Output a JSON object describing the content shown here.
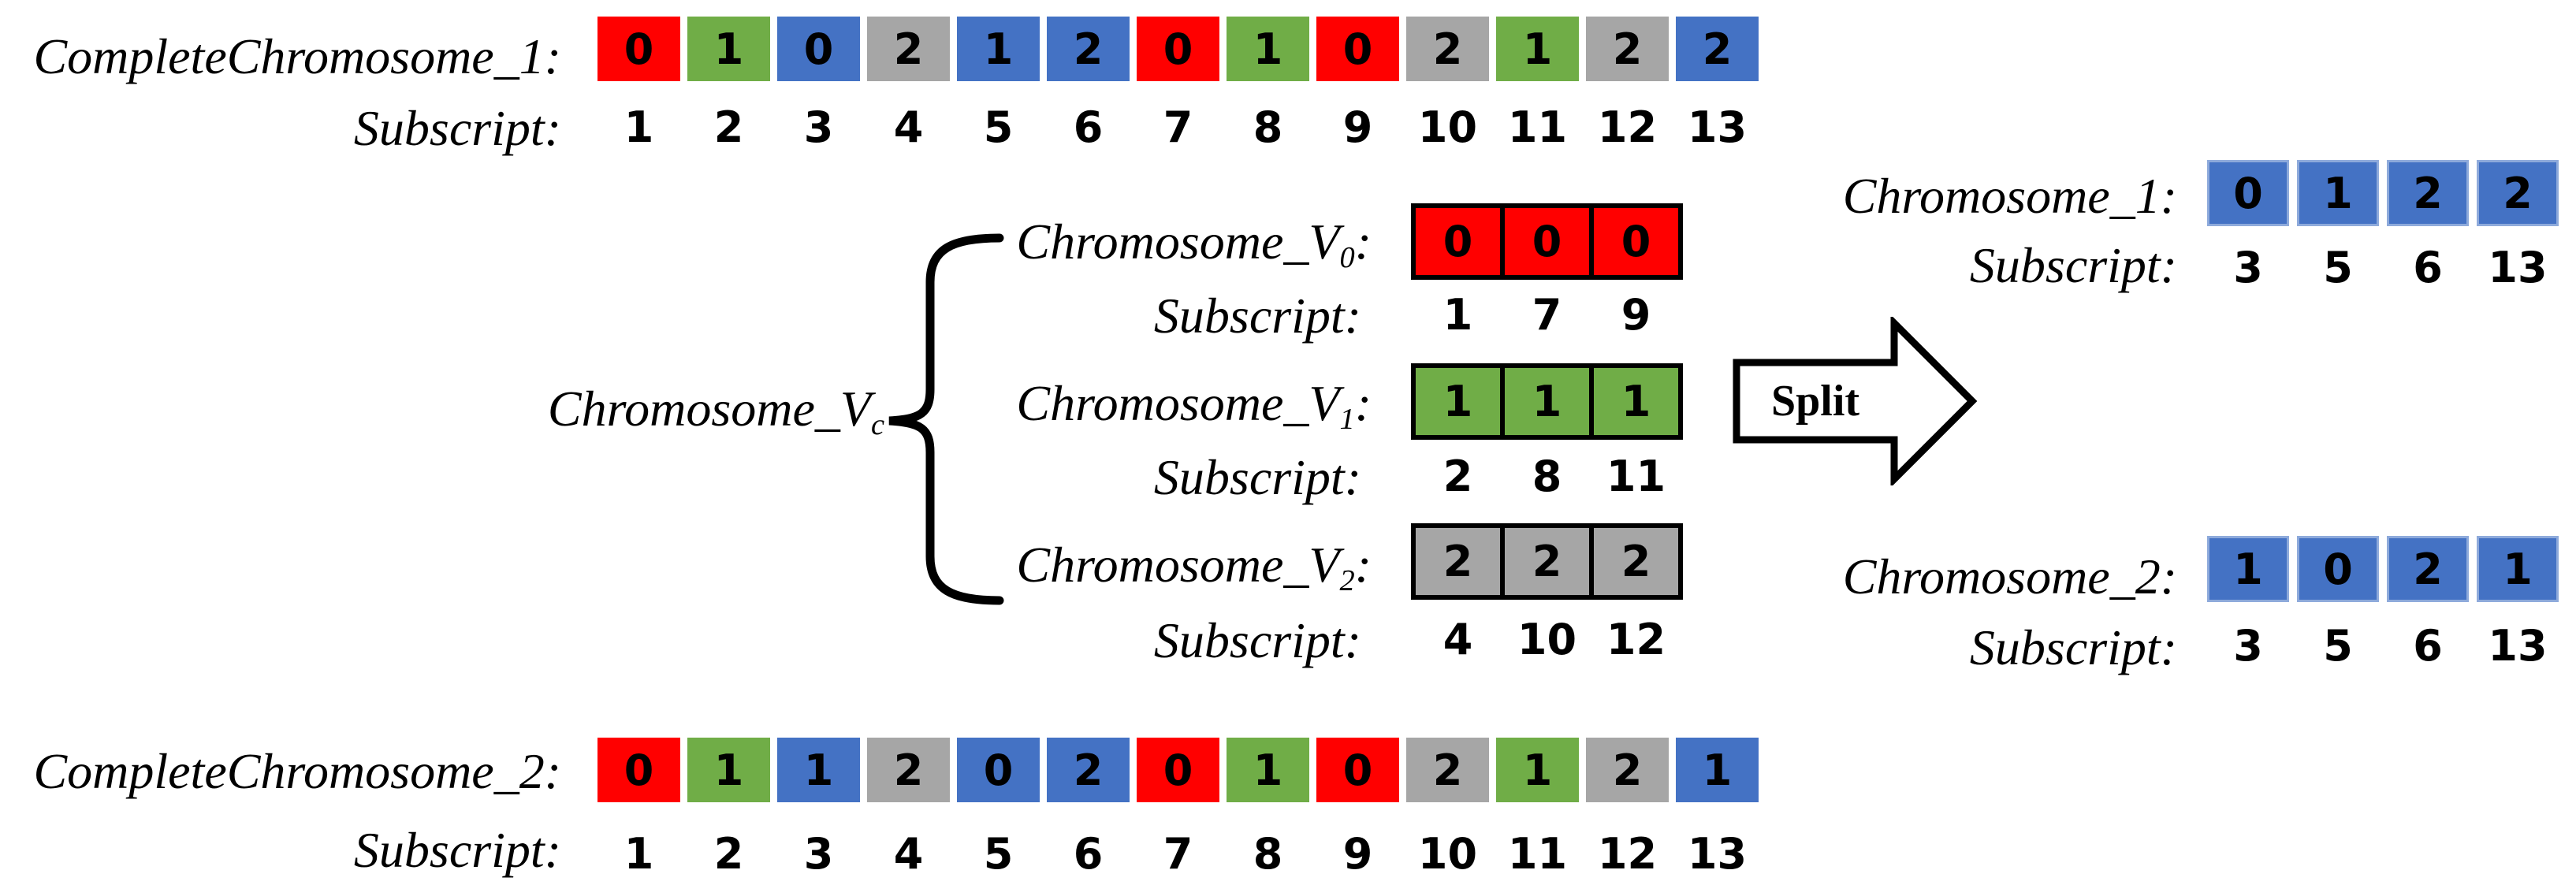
{
  "colors": {
    "red": "#FF0000",
    "green": "#70AD47",
    "blue": "#4472C4",
    "gray": "#A6A6A6",
    "blue_cell_border": "#8EAADB",
    "outline_black": "#000000"
  },
  "top_row": {
    "label": "CompleteChromosome_1:",
    "subscript_label": "Subscript:",
    "cells": [
      {
        "v": "0",
        "c": "red"
      },
      {
        "v": "1",
        "c": "green"
      },
      {
        "v": "0",
        "c": "blue"
      },
      {
        "v": "2",
        "c": "gray"
      },
      {
        "v": "1",
        "c": "blue"
      },
      {
        "v": "2",
        "c": "blue"
      },
      {
        "v": "0",
        "c": "red"
      },
      {
        "v": "1",
        "c": "green"
      },
      {
        "v": "0",
        "c": "red"
      },
      {
        "v": "2",
        "c": "gray"
      },
      {
        "v": "1",
        "c": "green"
      },
      {
        "v": "2",
        "c": "gray"
      },
      {
        "v": "2",
        "c": "blue"
      }
    ],
    "subscripts": [
      "1",
      "2",
      "3",
      "4",
      "5",
      "6",
      "7",
      "8",
      "9",
      "10",
      "11",
      "12",
      "13"
    ]
  },
  "vc_group": {
    "label_base": "Chromosome_V",
    "label_sub": "c",
    "rows": [
      {
        "label_base": "Chromosome_V",
        "label_sub": "0",
        "colon": ":",
        "subscript_label": "Subscript:",
        "cells": [
          {
            "v": "0",
            "c": "red"
          },
          {
            "v": "0",
            "c": "red"
          },
          {
            "v": "0",
            "c": "red"
          }
        ],
        "subscripts": [
          "1",
          "7",
          "9"
        ]
      },
      {
        "label_base": "Chromosome_V",
        "label_sub": "1",
        "colon": ":",
        "subscript_label": "Subscript:",
        "cells": [
          {
            "v": "1",
            "c": "green"
          },
          {
            "v": "1",
            "c": "green"
          },
          {
            "v": "1",
            "c": "green"
          }
        ],
        "subscripts": [
          "2",
          "8",
          "11"
        ]
      },
      {
        "label_base": "Chromosome_V",
        "label_sub": "2",
        "colon": ":",
        "subscript_label": "Subscript:",
        "cells": [
          {
            "v": "2",
            "c": "gray"
          },
          {
            "v": "2",
            "c": "gray"
          },
          {
            "v": "2",
            "c": "gray"
          }
        ],
        "subscripts": [
          "4",
          "10",
          "12"
        ]
      }
    ]
  },
  "split_arrow": {
    "label": "Split"
  },
  "result_1": {
    "label": "Chromosome_1:",
    "subscript_label": "Subscript:",
    "cells": [
      {
        "v": "0",
        "c": "blue"
      },
      {
        "v": "1",
        "c": "blue"
      },
      {
        "v": "2",
        "c": "blue"
      },
      {
        "v": "2",
        "c": "blue"
      }
    ],
    "subscripts": [
      "3",
      "5",
      "6",
      "13"
    ]
  },
  "result_2": {
    "label": "Chromosome_2:",
    "subscript_label": "Subscript:",
    "cells": [
      {
        "v": "1",
        "c": "blue"
      },
      {
        "v": "0",
        "c": "blue"
      },
      {
        "v": "2",
        "c": "blue"
      },
      {
        "v": "1",
        "c": "blue"
      }
    ],
    "subscripts": [
      "3",
      "5",
      "6",
      "13"
    ]
  },
  "bottom_row": {
    "label": "CompleteChromosome_2:",
    "subscript_label": "Subscript:",
    "cells": [
      {
        "v": "0",
        "c": "red"
      },
      {
        "v": "1",
        "c": "green"
      },
      {
        "v": "1",
        "c": "blue"
      },
      {
        "v": "2",
        "c": "gray"
      },
      {
        "v": "0",
        "c": "blue"
      },
      {
        "v": "2",
        "c": "blue"
      },
      {
        "v": "0",
        "c": "red"
      },
      {
        "v": "1",
        "c": "green"
      },
      {
        "v": "0",
        "c": "red"
      },
      {
        "v": "2",
        "c": "gray"
      },
      {
        "v": "1",
        "c": "green"
      },
      {
        "v": "2",
        "c": "gray"
      },
      {
        "v": "1",
        "c": "blue"
      }
    ],
    "subscripts": [
      "1",
      "2",
      "3",
      "4",
      "5",
      "6",
      "7",
      "8",
      "9",
      "10",
      "11",
      "12",
      "13"
    ]
  }
}
